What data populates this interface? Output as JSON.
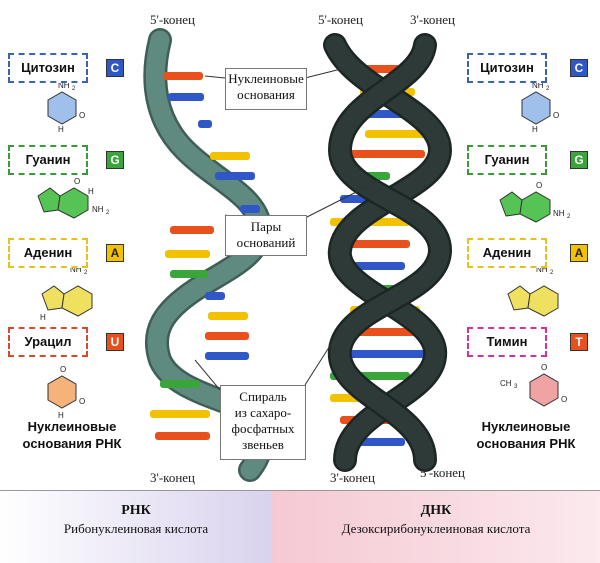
{
  "ends": {
    "rna_top": "5'-конец",
    "rna_bottom": "3'-конец",
    "dna_top_left": "5'-конец",
    "dna_top_right": "3'-конец",
    "dna_bottom_left": "3'-конец",
    "dna_bottom_right": "5'-конец"
  },
  "left_bases": [
    {
      "name": "Цитозин",
      "letter": "C",
      "color": "#2f57c8",
      "border": "#3a62b8"
    },
    {
      "name": "Гуанин",
      "letter": "G",
      "color": "#3aa53a",
      "border": "#3a9a3a"
    },
    {
      "name": "Аденин",
      "letter": "A",
      "color": "#f2c200",
      "border": "#e6c21a"
    },
    {
      "name": "Урацил",
      "letter": "U",
      "color": "#e8501d",
      "border": "#d84a2a"
    }
  ],
  "right_bases": [
    {
      "name": "Цитозин",
      "letter": "C",
      "color": "#2f57c8",
      "border": "#3a62b8"
    },
    {
      "name": "Гуанин",
      "letter": "G",
      "color": "#3aa53a",
      "border": "#3a9a3a"
    },
    {
      "name": "Аденин",
      "letter": "A",
      "color": "#f2c200",
      "border": "#e6c21a"
    },
    {
      "name": "Тимин",
      "letter": "T",
      "color": "#e8501d",
      "border": "#d6309a"
    }
  ],
  "molecule_labels": {
    "nh2": "NH",
    "nh2_sub": "2",
    "nh": "N",
    "h": "H",
    "o": "O",
    "ch3": "CH",
    "ch3_sub": "3"
  },
  "callouts": {
    "bases": [
      "Нуклеиновые",
      "основания"
    ],
    "pairs": [
      "Пары",
      "оснований"
    ],
    "helix": [
      "Спираль",
      "из сахаро-",
      "фосфатных",
      "звеньев"
    ]
  },
  "captions": {
    "left": [
      "Нуклеиновые",
      "основания РНК"
    ],
    "right": [
      "Нуклеиновые",
      "основания РНК"
    ]
  },
  "footer": {
    "rna_title": "РНК",
    "rna_subtitle": "Рибонуклеиновая кислота",
    "dna_title": "ДНК",
    "dna_subtitle": "Дезоксирибонуклеиновая кислота"
  },
  "colors": {
    "rna_backbone": "#5f8a80",
    "dna_backbone": "#2e3a37",
    "rung_red": "#e8501d",
    "rung_blue": "#2f57c8",
    "rung_yellow": "#f2c200",
    "rung_green": "#3aa53a",
    "pink": "#f0a3a3",
    "blue_ring": "#9fc0ea",
    "green_ring": "#55c455",
    "yellow_ring": "#f0e060",
    "orange_ring": "#f5b27a"
  }
}
